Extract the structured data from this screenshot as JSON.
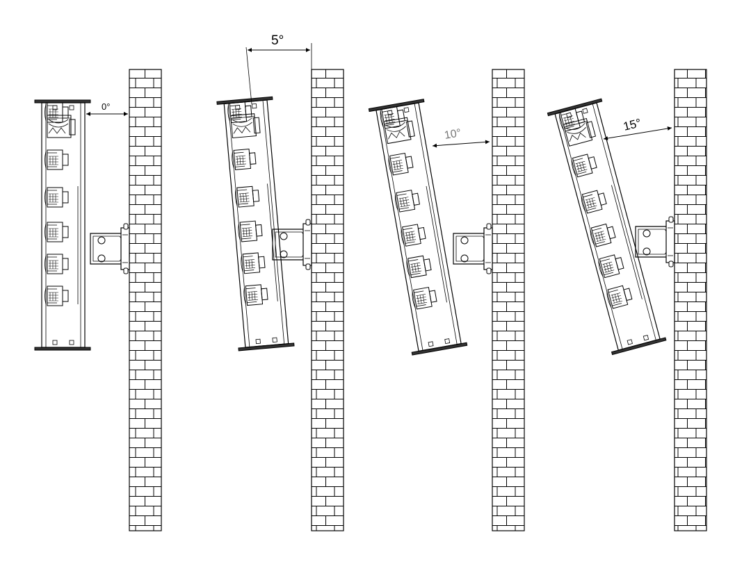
{
  "figure": {
    "stroke_color": "#000000",
    "faint_label_color": "#777777",
    "background": "#ffffff",
    "installations": [
      {
        "angle_label": "0°",
        "tilt_deg": 0
      },
      {
        "angle_label": "5°",
        "tilt_deg": 5
      },
      {
        "angle_label": "10°",
        "tilt_deg": 10
      },
      {
        "angle_label": "15°",
        "tilt_deg": 15
      }
    ]
  }
}
